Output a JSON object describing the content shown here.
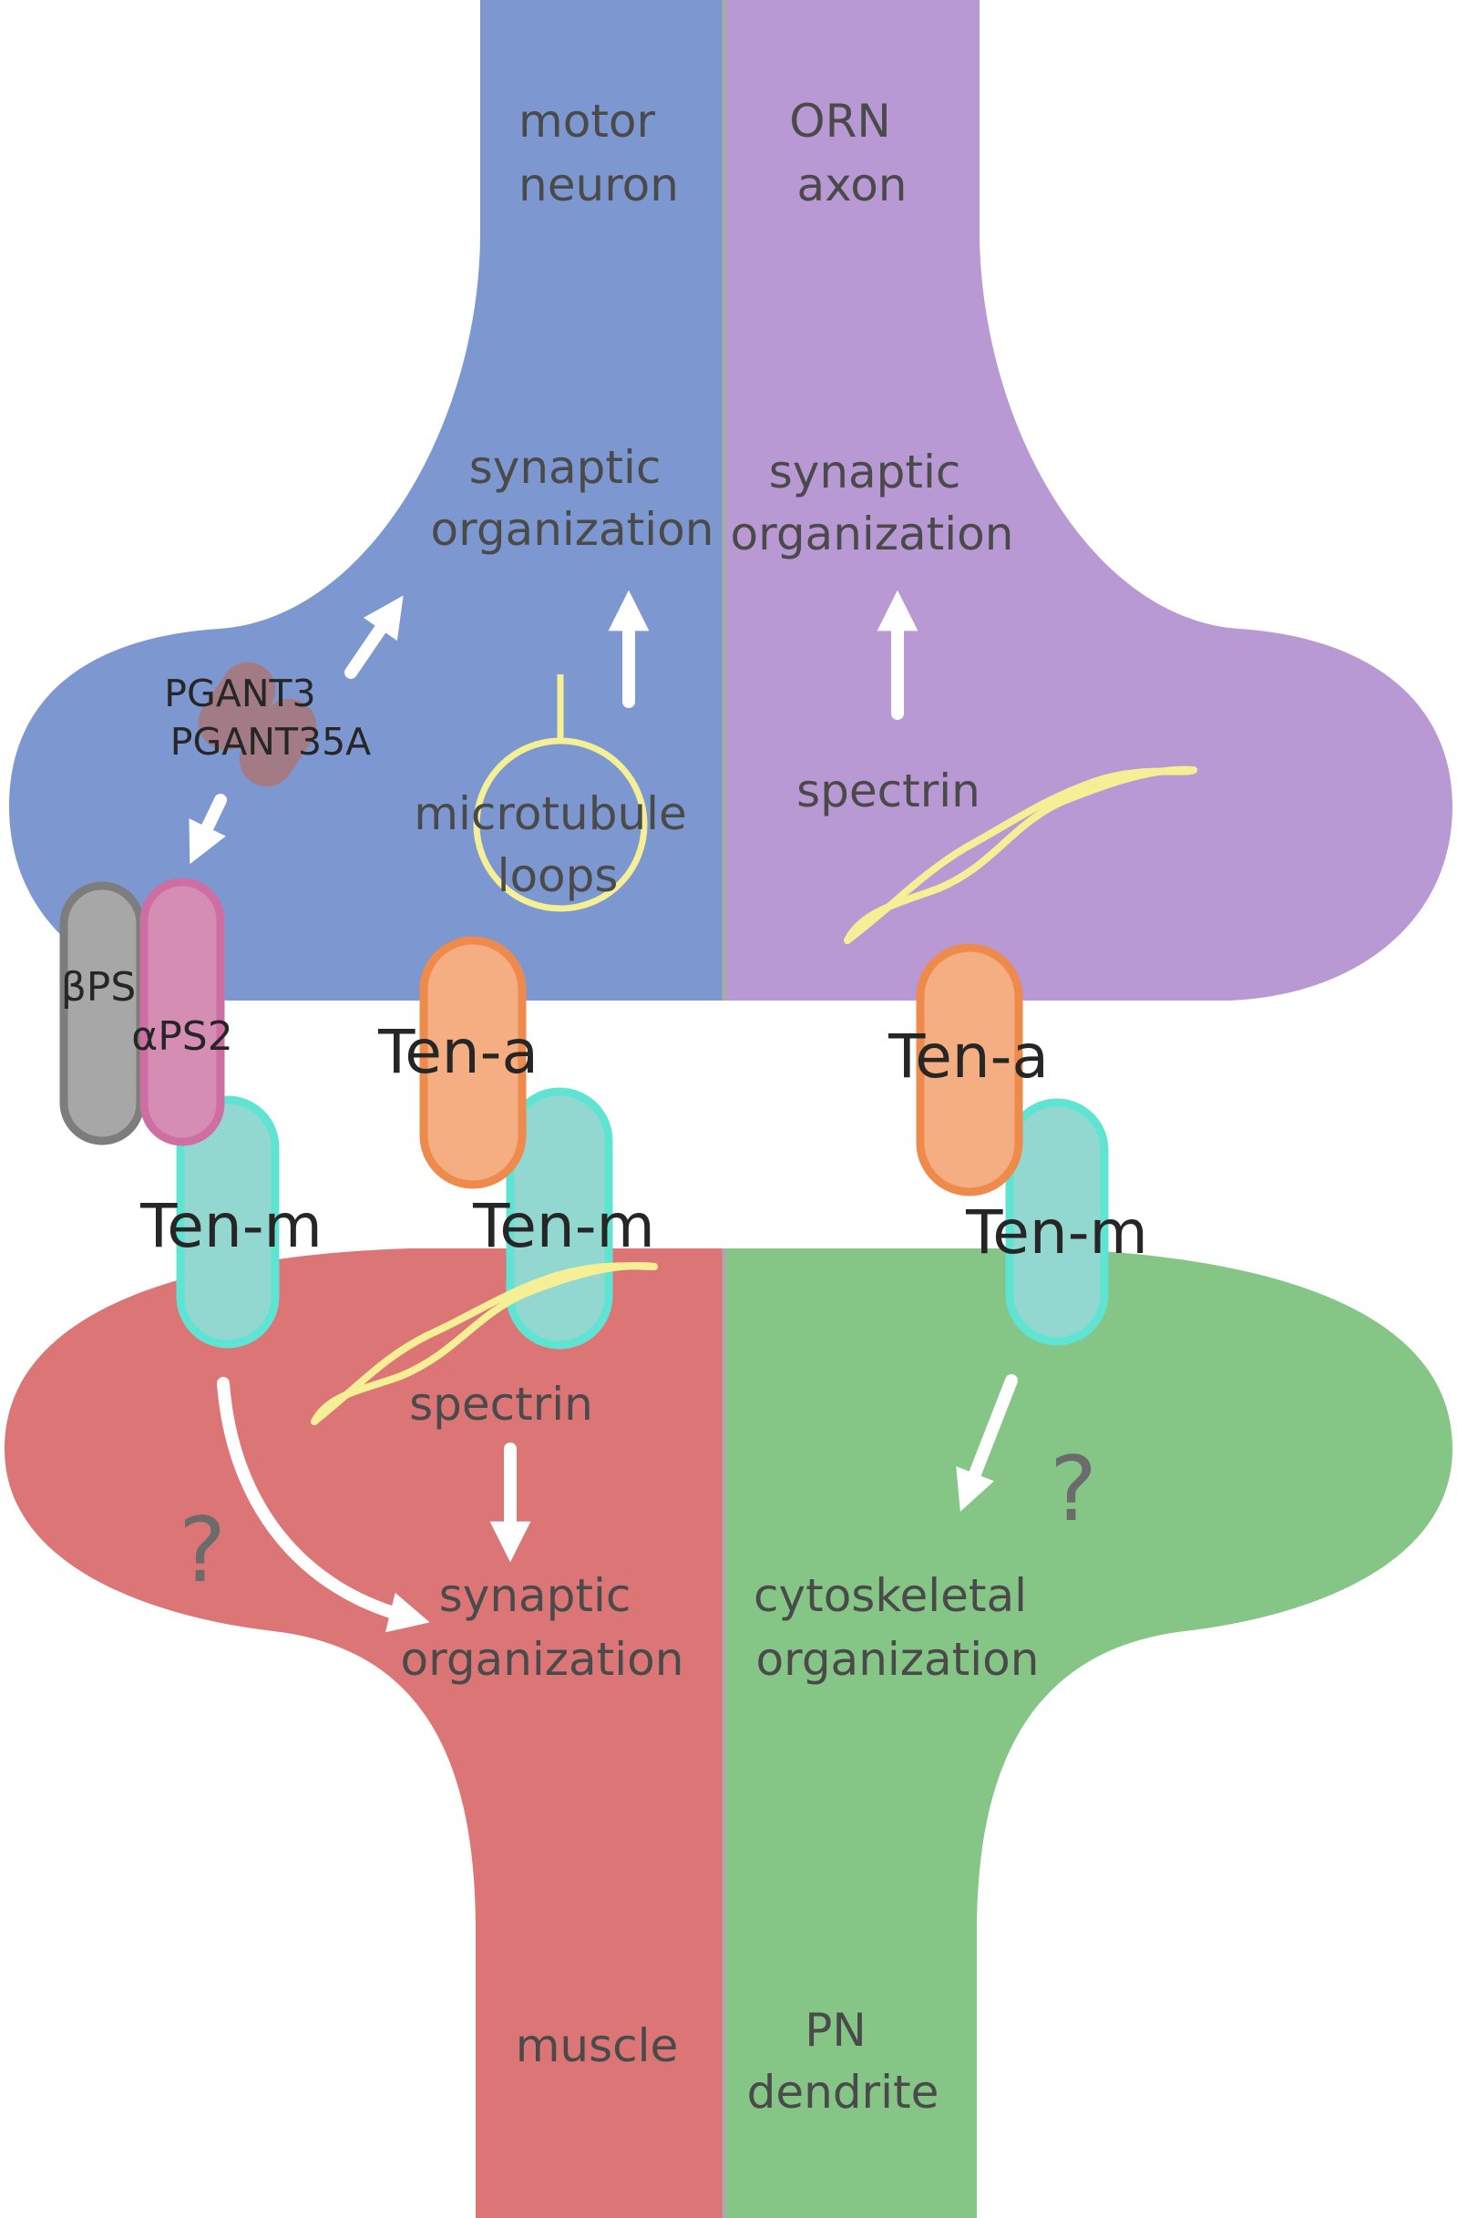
{
  "colors": {
    "motor_neuron": "#7d98d0",
    "orn_axon": "#b899d4",
    "muscle": "#dc7676",
    "pn_dendrite": "#85c585",
    "divider": "#a9a9a9",
    "ten_a_fill": "#f4ae82",
    "ten_a_stroke": "#ee8a4c",
    "ten_m_fill": "#93d8d0",
    "ten_m_stroke": "#5fe4d4",
    "beta_ps_fill": "#a7a7a7",
    "beta_ps_stroke": "#7d7d7d",
    "alpha_ps2_fill": "#d68db3",
    "alpha_ps2_stroke": "#cf6ea3",
    "pgant_fill": "#a6787e",
    "yellow": "#f5f095",
    "arrow": "#ffffff"
  },
  "regions": {
    "motor_neuron": [
      "motor",
      "neuron"
    ],
    "orn_axon": [
      "ORN",
      "axon"
    ],
    "muscle": [
      "muscle"
    ],
    "pn_dendrite": [
      "PN",
      "dendrite"
    ]
  },
  "labels": {
    "synaptic_organization_left": [
      "synaptic",
      "organization"
    ],
    "synaptic_organization_right": [
      "synaptic",
      "organization"
    ],
    "synaptic_organization_muscle": [
      "synaptic",
      "organization"
    ],
    "cytoskeletal_organization": [
      "cytoskeletal",
      "organization"
    ],
    "pgant": [
      "PGANT3",
      "PGANT35A"
    ],
    "microtubule_loops": [
      "microtubule",
      "loops"
    ],
    "spectrin_orn": "spectrin",
    "spectrin_muscle": "spectrin",
    "beta_ps": "βPS",
    "alpha_ps2": "αPS2",
    "ten_a_left": "Ten-a",
    "ten_a_right": "Ten-a",
    "ten_m_left": "Ten-m",
    "ten_m_middle": "Ten-m",
    "ten_m_right": "Ten-m",
    "question_muscle": "?",
    "question_pn": "?"
  }
}
